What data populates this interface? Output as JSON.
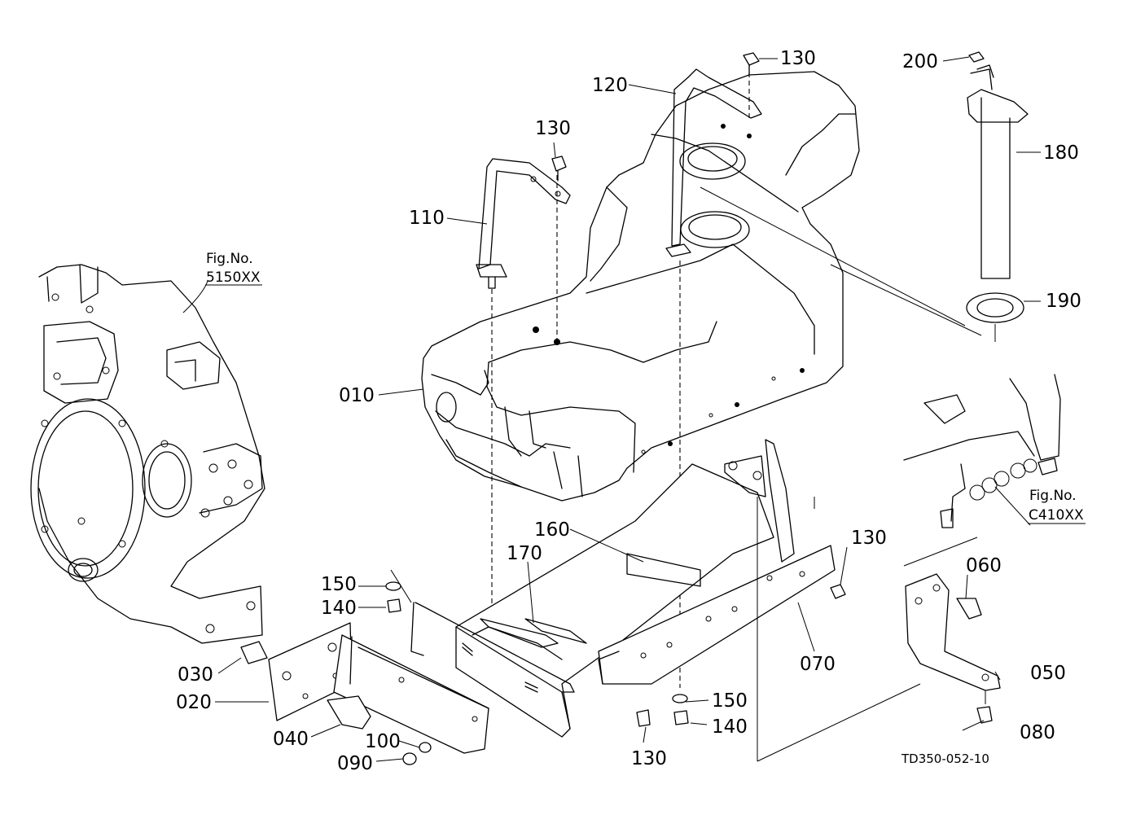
{
  "drawing_code": "TD350-052-10",
  "references": [
    {
      "id": "ref-left",
      "line1": "Fig.No.",
      "line2": "5150XX"
    },
    {
      "id": "ref-right",
      "line1": "Fig.No.",
      "line2": "C410XX"
    }
  ],
  "parts": [
    {
      "id": "010",
      "label": "010"
    },
    {
      "id": "020",
      "label": "020"
    },
    {
      "id": "030",
      "label": "030"
    },
    {
      "id": "040",
      "label": "040"
    },
    {
      "id": "050",
      "label": "050"
    },
    {
      "id": "060",
      "label": "060"
    },
    {
      "id": "070",
      "label": "070"
    },
    {
      "id": "080",
      "label": "080"
    },
    {
      "id": "090",
      "label": "090"
    },
    {
      "id": "100",
      "label": "100"
    },
    {
      "id": "110",
      "label": "110"
    },
    {
      "id": "120",
      "label": "120"
    },
    {
      "id": "130-a",
      "label": "130"
    },
    {
      "id": "130-b",
      "label": "130"
    },
    {
      "id": "130-c",
      "label": "130"
    },
    {
      "id": "130-d",
      "label": "130"
    },
    {
      "id": "140-a",
      "label": "140"
    },
    {
      "id": "140-b",
      "label": "140"
    },
    {
      "id": "150-a",
      "label": "150"
    },
    {
      "id": "150-b",
      "label": "150"
    },
    {
      "id": "160",
      "label": "160"
    },
    {
      "id": "170",
      "label": "170"
    },
    {
      "id": "180",
      "label": "180"
    },
    {
      "id": "190",
      "label": "190"
    },
    {
      "id": "200",
      "label": "200"
    }
  ]
}
